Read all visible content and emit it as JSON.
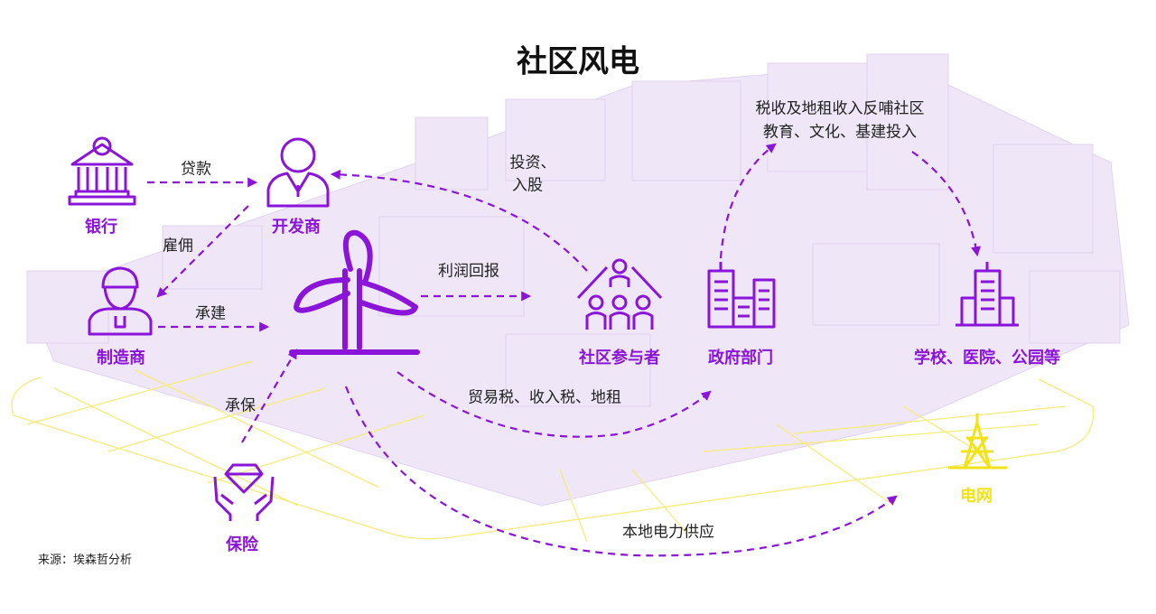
{
  "title": "社区风电",
  "nodes": {
    "bank": "银行",
    "developer": "开发商",
    "manufacturer": "制造商",
    "insurance": "保险",
    "community": "社区参与者",
    "government": "政府部门",
    "public": "学校、医院、公园等",
    "grid": "电网"
  },
  "edges": {
    "loan": "贷款",
    "hire": "雇佣",
    "build": "承建",
    "underwrite": "承保",
    "profit": "利润回报",
    "invest_1": "投资、",
    "invest_2": "入股",
    "taxes": "贸易税、收入税、地租",
    "feedback_1": "税收及地租收入反哺社区",
    "feedback_2": "教育、文化、基建投入",
    "power": "本地电力供应"
  },
  "source": "来源：埃森哲分析",
  "colors": {
    "accent": "#8a14d8",
    "grid": "#f2e21a",
    "city": "#ece2f5"
  }
}
